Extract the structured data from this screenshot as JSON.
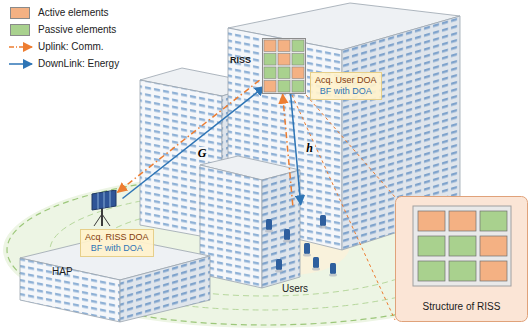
{
  "diagram": {
    "nodes": [
      {
        "text": [
          "RISS"
        ]
      },
      {
        "text": [
          "Acq. User DOA",
          "BF with DOA"
        ]
      },
      {
        "text": [
          "HAP"
        ]
      },
      {
        "text": [
          "Acq. RISS DOA",
          "BF with DOA"
        ]
      },
      {
        "text": [
          "Users"
        ]
      },
      {
        "text": [
          "Structure of RISS"
        ]
      }
    ],
    "edges": [
      {
        "from": 2,
        "to": 0,
        "label": "G",
        "arrow": "to"
      },
      {
        "from": 0,
        "to": 2,
        "arrow": "to"
      },
      {
        "from": 0,
        "to": 4,
        "label": "h",
        "arrow": "to"
      },
      {
        "from": 4,
        "to": 0,
        "arrow": "to"
      }
    ],
    "legend": [
      {
        "text": "Active elements",
        "color": "#f4b183"
      },
      {
        "text": "Passive elements",
        "color": "#a9d18e"
      },
      {
        "text": "Uplink: Comm."
      },
      {
        "text": "DownLink: Energy"
      }
    ]
  }
}
